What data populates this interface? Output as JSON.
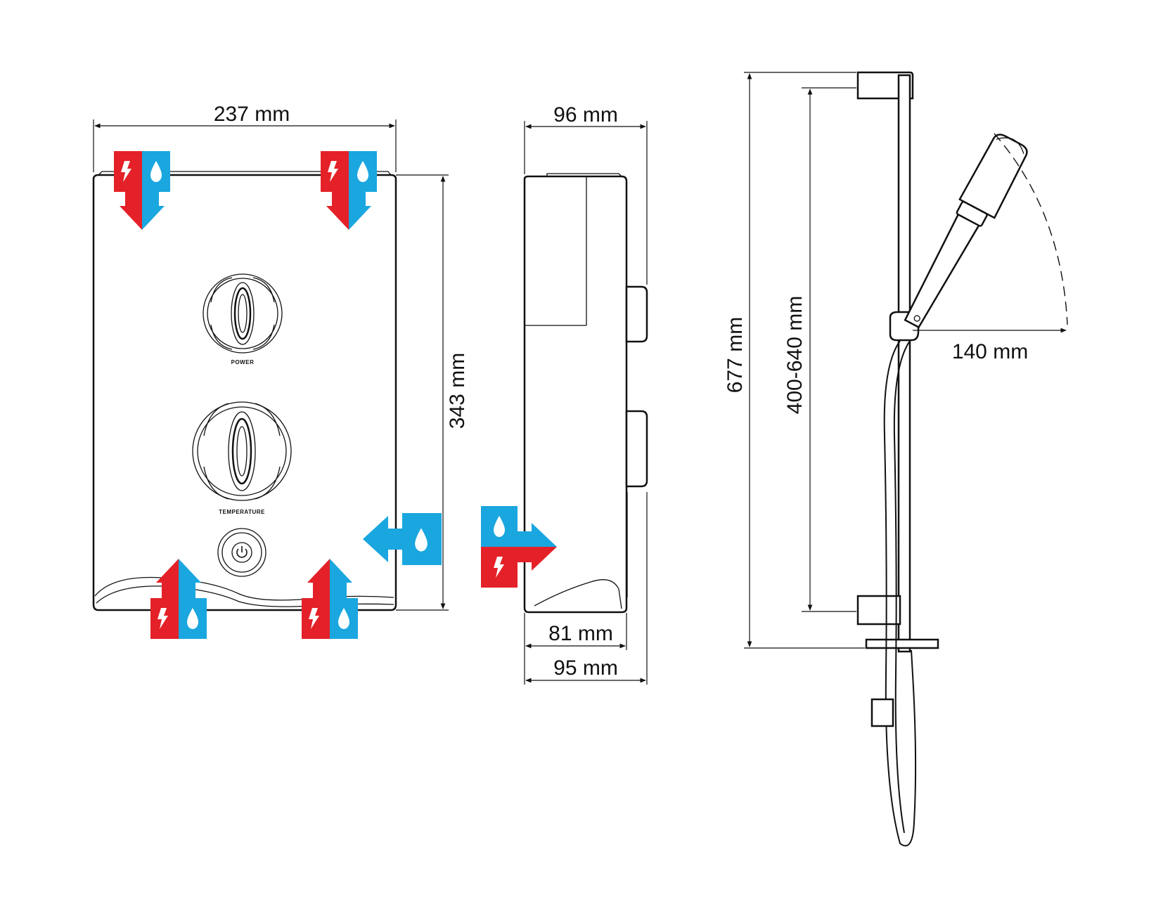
{
  "dimensions": {
    "front_width": "237 mm",
    "front_height": "343 mm",
    "side_depth_top": "96 mm",
    "side_depth_bottom_inner": "81 mm",
    "side_depth_bottom_outer": "95 mm",
    "kit_total_height": "677 mm",
    "kit_adjust_range": "400-640 mm",
    "head_reach": "140 mm"
  },
  "labels": {
    "power_knob": "POWER",
    "temperature_knob": "TEMPERATURE"
  },
  "icons": {
    "electric": "lightning-bolt-icon",
    "water": "water-drop-icon",
    "standby": "power-standby-icon"
  },
  "colors": {
    "electric_red": "#e42128",
    "water_blue": "#1aa6df",
    "line": "#111111"
  }
}
